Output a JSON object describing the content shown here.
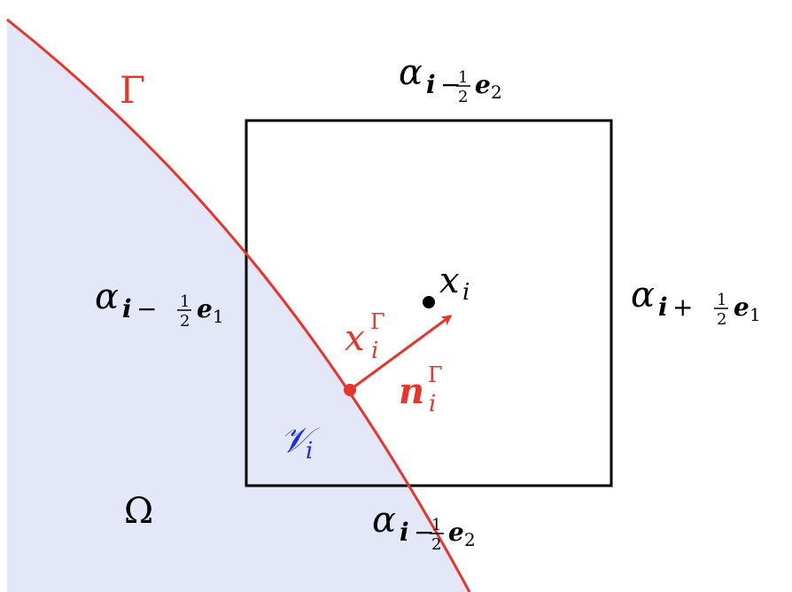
{
  "colors": {
    "domain_fill": "#e4e7f8",
    "interface": "#e8352b",
    "cell_border": "#000000",
    "volume_label": "#1a2ee6",
    "text": "#000000"
  },
  "labels": {
    "gamma": "Γ",
    "omega": "Ω",
    "alpha": "α",
    "i_bold": "i",
    "minus": "−",
    "plus": "+",
    "half_num": "1",
    "half_den": "2",
    "e": "e",
    "e1_index": "1",
    "e2_index": "2",
    "x": "x",
    "i": "i",
    "n": "n",
    "V": "𝒱"
  }
}
